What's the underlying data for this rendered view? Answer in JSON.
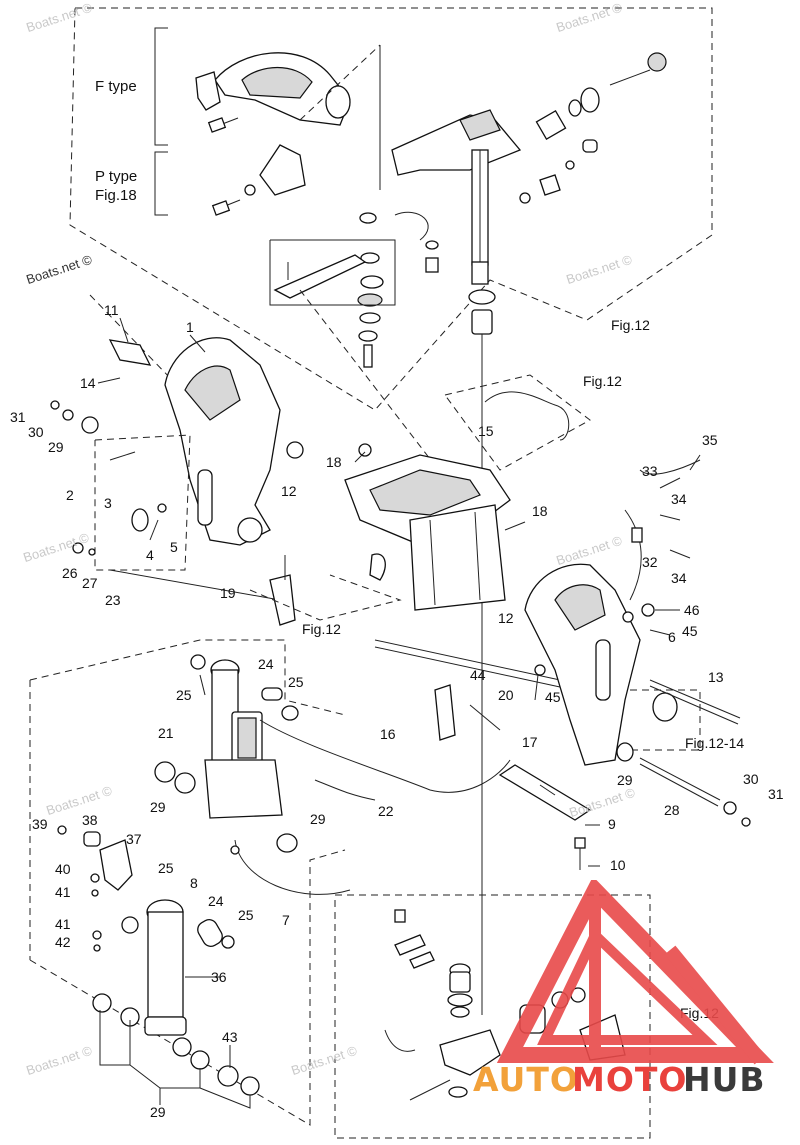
{
  "type_labels": {
    "f_type": "F type",
    "p_type_line1": "P type",
    "p_type_line2": "Fig.18"
  },
  "figure_refs": [
    "Fig.12",
    "Fig.12",
    "Fig.12",
    "Fig.12-14",
    "Fig.12"
  ],
  "callouts": [
    "1",
    "2",
    "3",
    "4",
    "5",
    "6",
    "7",
    "8",
    "9",
    "10",
    "11",
    "12",
    "12",
    "13",
    "14",
    "15",
    "16",
    "17",
    "18",
    "18",
    "19",
    "20",
    "21",
    "22",
    "23",
    "24",
    "24",
    "25",
    "25",
    "25",
    "25",
    "26",
    "27",
    "28",
    "29",
    "29",
    "29",
    "29",
    "29",
    "30",
    "30",
    "31",
    "31",
    "32",
    "33",
    "34",
    "34",
    "35",
    "36",
    "37",
    "38",
    "39",
    "40",
    "41",
    "41",
    "42",
    "43",
    "44",
    "45",
    "45",
    "46"
  ],
  "watermark": "Boats.net ©",
  "brand": {
    "part1": "AUTO",
    "part2": "MOTO",
    "part3": "HUB",
    "color1": "#f2a13a",
    "color2": "#e9413c",
    "color3": "#3a3a3a",
    "logo_color": "#e84a4a"
  }
}
